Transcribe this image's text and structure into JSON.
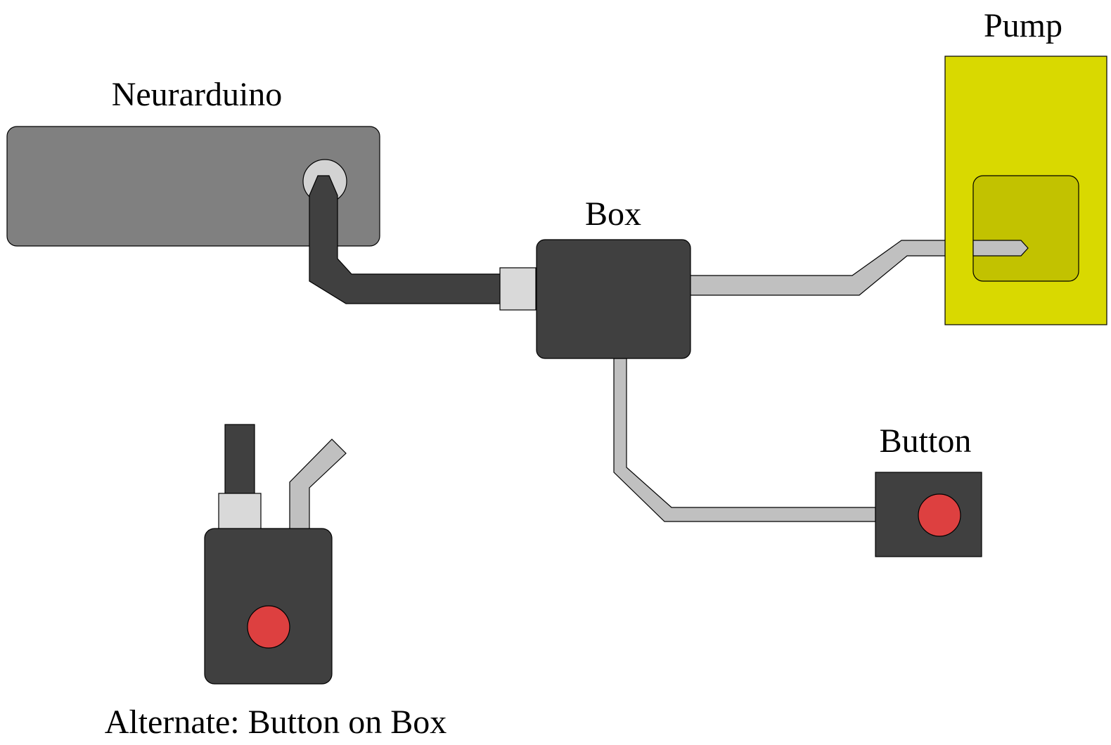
{
  "labels": {
    "neurarduino": "Neurarduino",
    "box": "Box",
    "pump": "Pump",
    "button": "Button",
    "alternate": "Alternate: Button on Box"
  },
  "colors": {
    "neurarduino_body": "#808080",
    "port_ring": "#d3d3d3",
    "dark_cable": "#404040",
    "connector": "#d9d9d9",
    "box": "#404040",
    "light_tube": "#c0c0c0",
    "pump_body": "#d9d900",
    "pump_chamber": "#c2c200",
    "button_cap": "#dd4040",
    "outline": "#000000"
  }
}
